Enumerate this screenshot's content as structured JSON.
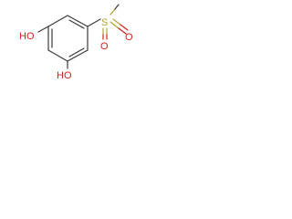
{
  "molecule": {
    "atoms": {
      "oh_left": {
        "symbol": "HO",
        "color": "#d8201c"
      },
      "oh_bottom": {
        "symbol": "HO",
        "color": "#d8201c"
      },
      "sulfur": {
        "symbol": "S",
        "color": "#b5a431"
      },
      "o_upper": {
        "symbol": "O",
        "color": "#d8201c"
      },
      "o_lower": {
        "symbol": "O",
        "color": "#d8201c"
      }
    },
    "bond_color": "#3a3a3a"
  }
}
